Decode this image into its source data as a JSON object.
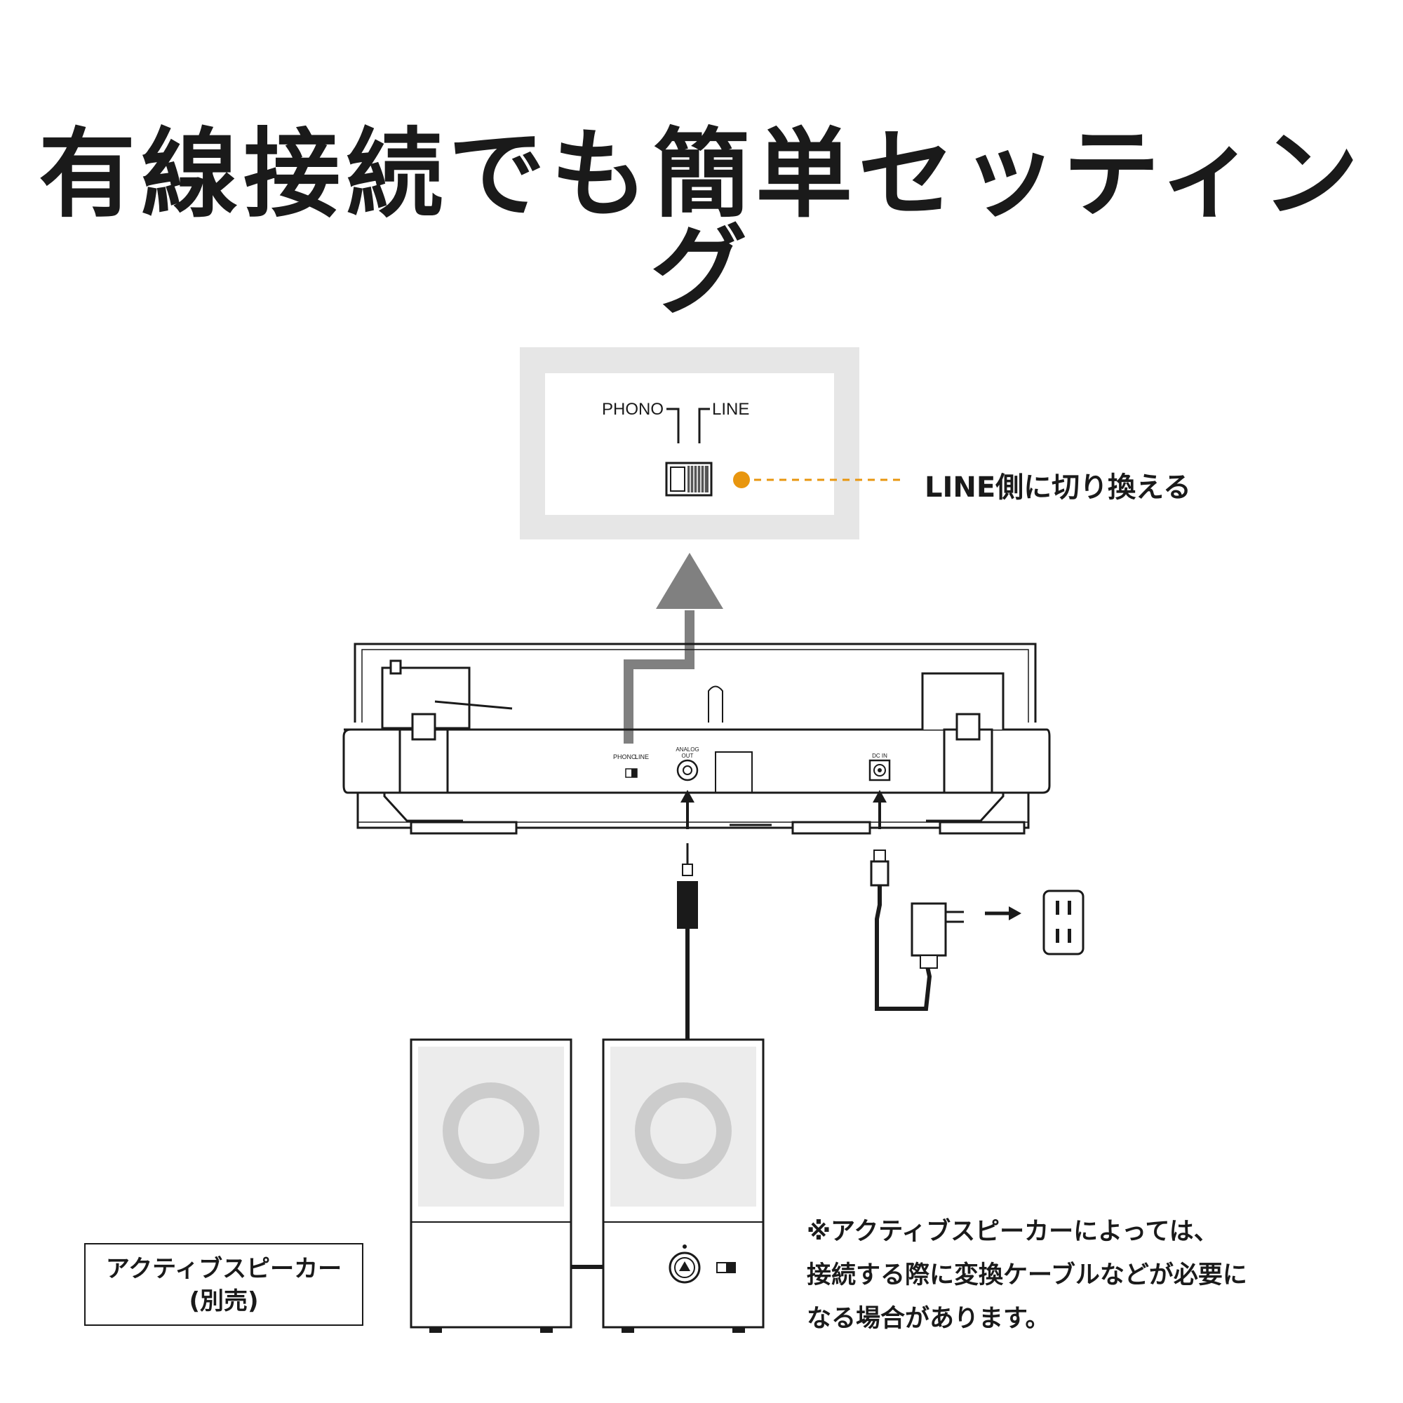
{
  "title": "有線接続でも簡単セッティング",
  "switch_panel": {
    "phono_label": "PHONO",
    "line_label": "LINE",
    "callout": "LINE側に切り換える"
  },
  "turntable_rear": {
    "phono_small": "PHONO",
    "line_small": "LINE",
    "analog_out_line1": "ANALOG",
    "analog_out_line2": "OUT",
    "dc_in": "DC IN"
  },
  "speaker_label": {
    "line1": "アクティブスピーカー",
    "line2": "(別売)"
  },
  "note": {
    "line1": "※アクティブスピーカーによっては、",
    "line2": "接続する際に変換ケーブルなどが必要に",
    "line3": "なる場合があります。"
  },
  "colors": {
    "ink": "#1a1a1a",
    "accent_orange": "#e8960f",
    "panel_gray": "#e6e6e6",
    "arrow_gray": "#808080",
    "speaker_ring": "#cccccc",
    "speaker_face": "#ececec"
  }
}
